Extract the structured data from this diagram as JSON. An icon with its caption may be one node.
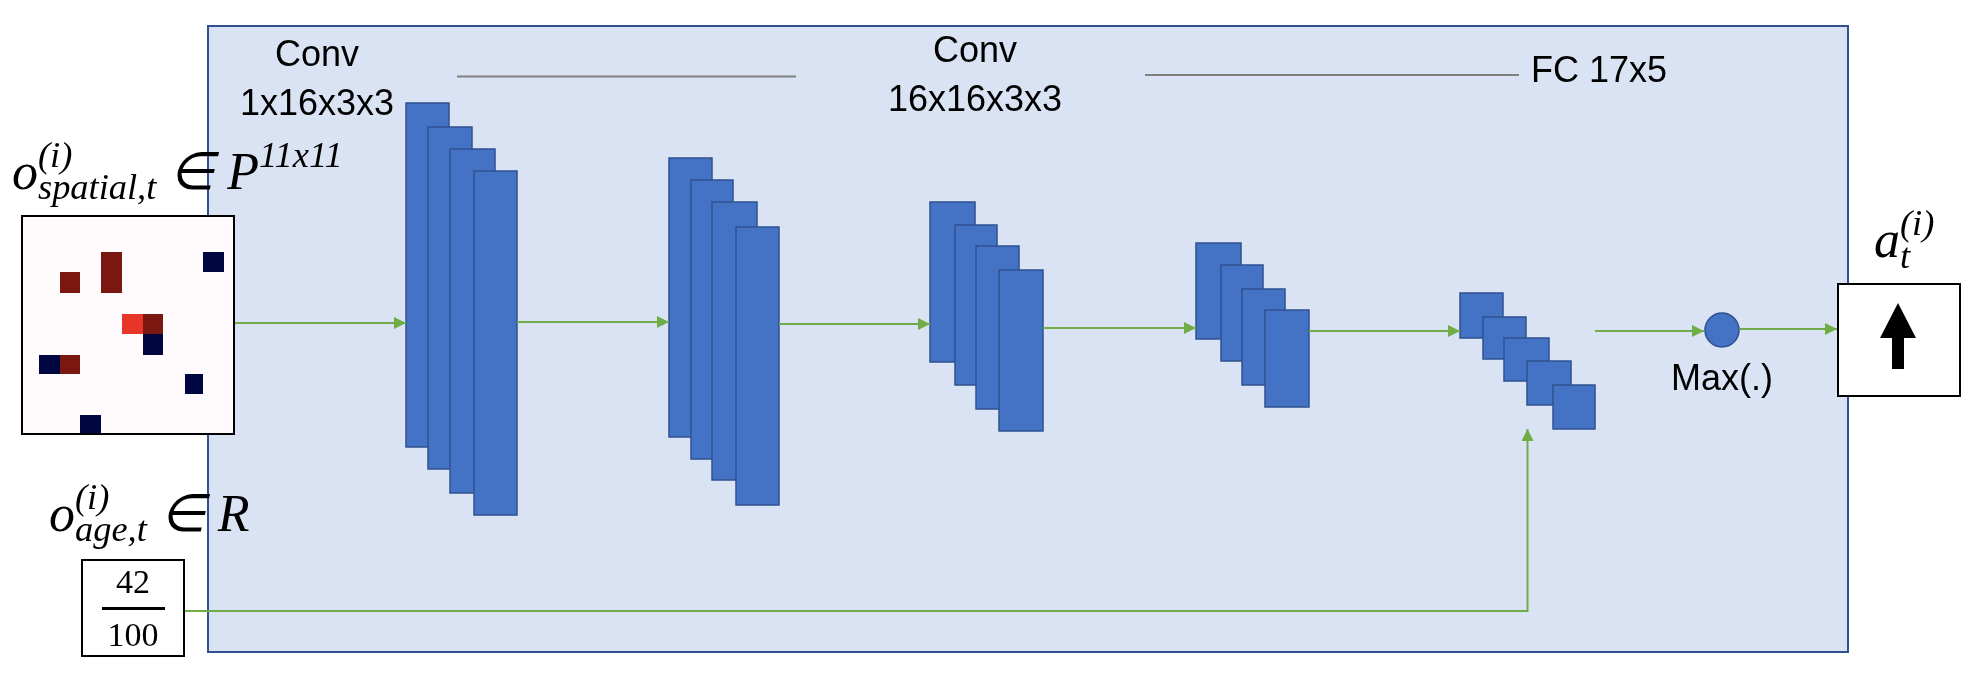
{
  "diagram": {
    "nodes": [
      {
        "text": [
          "o$^{(i)}$$_{spatial,t}$ ∈ P$^{11x11}$"
        ]
      },
      {
        "text": [
          "o$^{(i)}$$_{age,t}$ ∈ R",
          "42",
          "100"
        ]
      },
      {
        "text": [],
        "shape": "box"
      },
      {
        "text": [],
        "shape": "box",
        "in": 2
      },
      {
        "text": [],
        "shape": "box",
        "in": 2
      },
      {
        "text": [],
        "shape": "box",
        "in": 2
      },
      {
        "text": [],
        "shape": "box",
        "in": 2
      },
      {
        "text": [],
        "shape": "box",
        "in": 2
      },
      {
        "text": [],
        "shape": "circle",
        "in": 2,
        "beside": [
          "Max(.)"
        ]
      },
      {
        "text": [
          "a$_{t}$$^{(i)}$"
        ]
      }
    ],
    "edges": [
      {
        "from": 0,
        "to": 3,
        "arrow": "to"
      },
      {
        "from": 3,
        "to": 4,
        "arrow": "to"
      },
      {
        "from": 4,
        "to": 5,
        "arrow": "to"
      },
      {
        "from": 5,
        "to": 6,
        "arrow": "to"
      },
      {
        "from": 6,
        "to": 7,
        "arrow": "to"
      },
      {
        "from": 7,
        "to": 8,
        "arrow": "to"
      },
      {
        "from": 8,
        "to": 9,
        "arrow": "to"
      },
      {
        "from": 1,
        "to": 7,
        "arrow": "to"
      }
    ],
    "labels": [
      "Conv 1x16x3x3",
      "Conv 16x16x3x3",
      "FC 17x5"
    ]
  }
}
